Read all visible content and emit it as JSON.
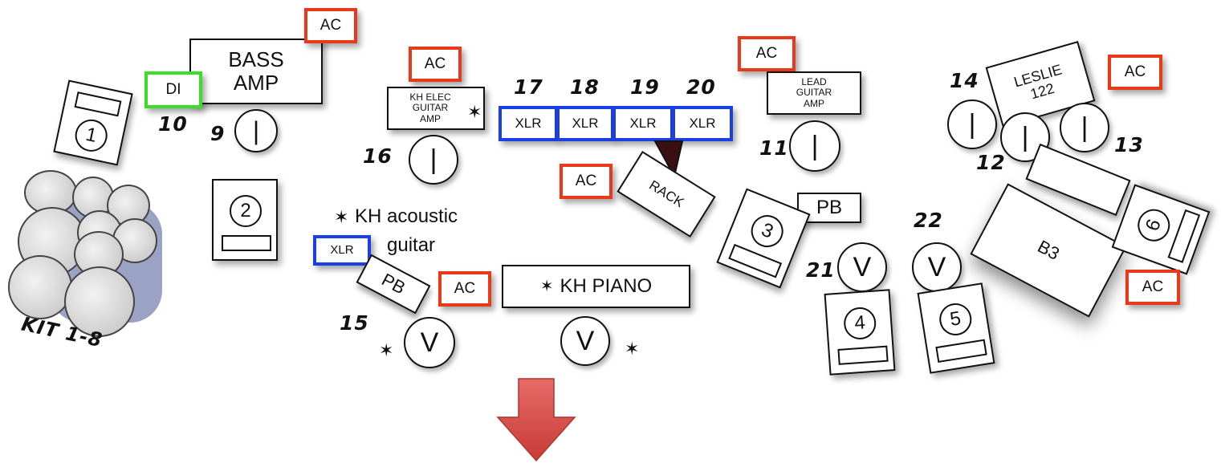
{
  "labels": {
    "ac": "AC",
    "di": "DI",
    "xlr": "XLR",
    "pb": "PB",
    "bass_amp": "BASS\nAMP",
    "kh_elec_amp": "KH ELEC\nGUITAR\nAMP",
    "lead_amp": "LEAD\nGUITAR\nAMP",
    "leslie": "LESLIE\n122",
    "rack": "RACK",
    "b3": "B3",
    "kh_piano": "KH PIANO",
    "kh_acoustic_1": "KH acoustic",
    "kh_acoustic_2": "guitar",
    "kit": "KIT 1-8",
    "inst_mic": "|",
    "vocal_mic": "V",
    "star": "✶"
  },
  "channels": {
    "ch9": "9",
    "ch10": "10",
    "ch11": "11",
    "ch12": "12",
    "ch13": "13",
    "ch14": "14",
    "ch15": "15",
    "ch16": "16",
    "ch17": "17",
    "ch18": "18",
    "ch19": "19",
    "ch20": "20",
    "ch21": "21",
    "ch22": "22"
  },
  "monitors": {
    "m1": "1",
    "m2": "2",
    "m3": "3",
    "m4": "4",
    "m5": "5",
    "m6": "6"
  },
  "colors": {
    "ac_border": "#e8391b",
    "di_border": "#3ddc2a",
    "xlr_border": "#1b3fe6",
    "arrow": "#d9534f"
  }
}
